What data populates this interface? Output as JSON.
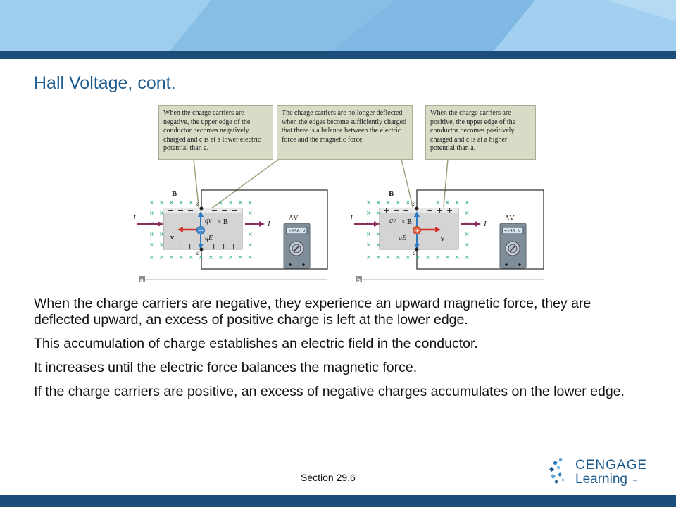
{
  "slide": {
    "title": "Hall Voltage, cont.",
    "paragraphs": [
      "When the charge carriers are negative, they experience an upward magnetic force, they are deflected upward, an excess of positive charge is left at the lower edge.",
      "This accumulation of charge establishes an electric field in the conductor.",
      "It increases until the electric force balances the magnetic force.",
      "If the charge carriers are positive, an excess of negative charges accumulates on the lower edge."
    ],
    "section": "Section  29.6"
  },
  "figure": {
    "callouts": [
      "When the charge carriers are negative, the upper edge of the conductor becomes negatively charged and c is at a lower electric potential than a.",
      "The charge carriers are no longer deflected when the edges become sufficiently charged that there is a balance between the electric force and the magnetic force.",
      "When the charge carriers are positive, the upper edge of the conductor becomes positively charged and c is at a higher potential than a."
    ],
    "panel_a": {
      "tag": "a",
      "current": "I",
      "field": "B",
      "point_top": "c",
      "point_bottom": "a",
      "magnetic_force": "qv",
      "electric_force": "qE",
      "velocity": "v",
      "meter_label": "ΔV",
      "meter_reading": "−150 V"
    },
    "panel_b": {
      "tag": "b",
      "current": "I",
      "field": "B",
      "point_top": "c",
      "point_bottom": "a",
      "magnetic_force": "qv",
      "electric_force": "qE",
      "velocity": "v",
      "meter_label": "ΔV",
      "meter_reading": "+150 V"
    }
  },
  "branding": {
    "logo_word1": "CENGAGE",
    "logo_word2": "Learning",
    "logo_tm": "™"
  },
  "colors": {
    "banner_light": "#a9d2ef",
    "banner_mid": "#86bde5",
    "banner_dark": "#1b4d7a",
    "title": "#1f5c8e",
    "callout_bg": "#d8dbc6",
    "field_x": "#3fb09c",
    "current_arrow": "#8a2e5c",
    "force_arrow": "#d0342c",
    "velocity_arrow": "#2d7bc0"
  }
}
